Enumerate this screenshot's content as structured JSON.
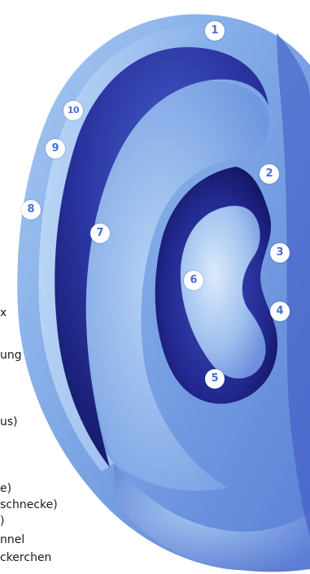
{
  "colors": {
    "background": "#ffffff",
    "ear_dark": "#1b1f7a",
    "ear_mid": "#3b4fbd",
    "ear_light": "#9fc4ee",
    "ear_highlight": "#d4e6fb",
    "marker_fill": "#ffffff",
    "marker_text": "#4a6fd0"
  },
  "illustration": {
    "icon": "ear-anatomy-illustration"
  },
  "markers": [
    {
      "key": "m1",
      "number": "1"
    },
    {
      "key": "m2",
      "number": "2"
    },
    {
      "key": "m3",
      "number": "3"
    },
    {
      "key": "m4",
      "number": "4"
    },
    {
      "key": "m5",
      "number": "5"
    },
    {
      "key": "m6",
      "number": "6"
    },
    {
      "key": "m7",
      "number": "7"
    },
    {
      "key": "m8",
      "number": "8"
    },
    {
      "key": "m9",
      "number": "9"
    },
    {
      "key": "m10",
      "number": "10"
    }
  ],
  "labels": [
    {
      "key": "l1",
      "text": "x"
    },
    {
      "key": "l2",
      "text": "ung"
    },
    {
      "key": "l3",
      "text": "us)"
    },
    {
      "key": "l4",
      "text": "e)"
    },
    {
      "key": "l5",
      "text": "schnecke)"
    },
    {
      "key": "l6",
      "text": ")"
    },
    {
      "key": "l7",
      "text": "nnel"
    },
    {
      "key": "l8",
      "text": "ckerchen"
    }
  ]
}
